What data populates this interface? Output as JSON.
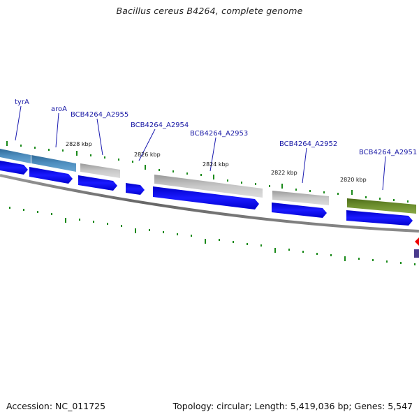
{
  "title": "Bacillus cereus B4264, complete genome",
  "footer": {
    "accession": "Accession: NC_011725",
    "summary": "Topology: circular; Length: 5,419,036 bp; Genes: 5,547"
  },
  "gene_labels": {
    "tyrA": "tyrA",
    "aroA": "aroA",
    "a2955": "BCB4264_A2955",
    "a2954": "BCB4264_A2954",
    "a2953": "BCB4264_A2953",
    "a2952": "BCB4264_A2952",
    "a2951": "BCB4264_A2951"
  },
  "kbp_labels": {
    "k2828": "2828 kbp",
    "k2826": "2826 kbp",
    "k2824": "2824 kbp",
    "k2822": "2822 kbp",
    "k2820": "2820 kbp"
  },
  "colors": {
    "cds_blue": "#0000ee",
    "gene_gray": "#b8b8b8",
    "gene_steelblue": "#4a85b4",
    "gene_olive": "#6e8f2c",
    "backbone": "#777777",
    "tick_green": "#1a8a1a",
    "label_blue": "#1a1aa6",
    "marker_red": "#ee0000",
    "marker_purple": "#4a3a8c"
  }
}
